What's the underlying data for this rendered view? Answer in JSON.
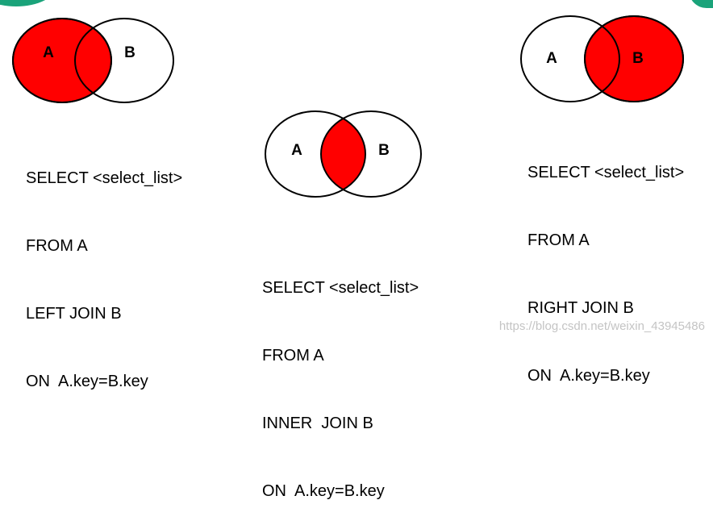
{
  "diagrams": [
    {
      "a_label": "A",
      "b_label": "B",
      "highlight": "A",
      "sql": [
        "SELECT <select_list>",
        "FROM A",
        "LEFT JOIN B",
        "ON  A.key=B.key"
      ]
    },
    {
      "a_label": "A",
      "b_label": "B",
      "highlight": "A∩B",
      "sql": [
        "SELECT <select_list>",
        "FROM A",
        "INNER  JOIN B",
        "ON  A.key=B.key"
      ]
    },
    {
      "a_label": "A",
      "b_label": "B",
      "highlight": "B",
      "sql": [
        "SELECT <select_list>",
        "FROM A",
        "RIGHT JOIN B",
        "ON  A.key=B.key"
      ]
    }
  ],
  "colors": {
    "highlight": "#ff0000",
    "outline": "#000000",
    "accent": "#1aa37a",
    "watermark": "#c4c4c4"
  },
  "watermark": "https://blog.csdn.net/weixin_43945486"
}
